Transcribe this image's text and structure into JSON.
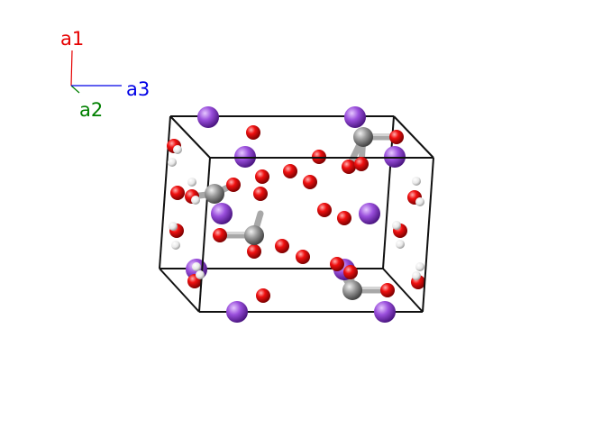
{
  "axes": {
    "a1": {
      "label": "a1",
      "color": "#e60000"
    },
    "a2": {
      "label": "a2",
      "color": "#008000"
    },
    "a3": {
      "label": "a3",
      "color": "#0000e6"
    }
  },
  "atom_colors": {
    "K": "#8f40d4",
    "O": "#ff0d0d",
    "C": "#909090",
    "H": "#ffffff"
  }
}
